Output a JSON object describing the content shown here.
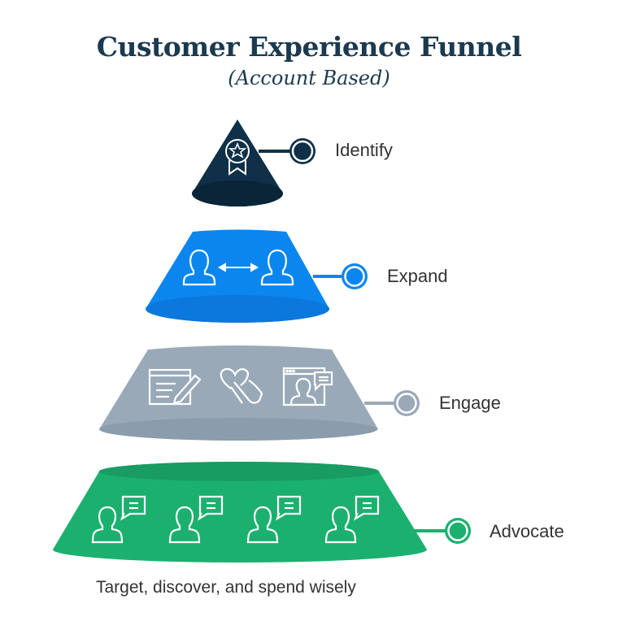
{
  "title": "Customer Experience Funnel",
  "subtitle": "(Account Based)",
  "stages": [
    {
      "label": "Identify",
      "color": "#0f3048",
      "shade": "#0a2438",
      "icons": [
        "award-ribbon-icon"
      ]
    },
    {
      "label": "Expand",
      "color": "#0a86ee",
      "shade": "#0a78dc",
      "icons": [
        "user-icon",
        "double-arrow-icon",
        "user-icon"
      ]
    },
    {
      "label": "Engage",
      "color": "#99a9b8",
      "shade": "#8b9cac",
      "icons": [
        "edit-document-icon",
        "heart-hand-icon",
        "video-chat-icon"
      ]
    },
    {
      "label": "Advocate",
      "color": "#1bb06e",
      "shade": "#189c61",
      "icons": [
        "user-chat-icon",
        "user-chat-icon",
        "user-chat-icon",
        "user-chat-icon"
      ]
    }
  ],
  "caption": "Target, discover, and spend wisely"
}
